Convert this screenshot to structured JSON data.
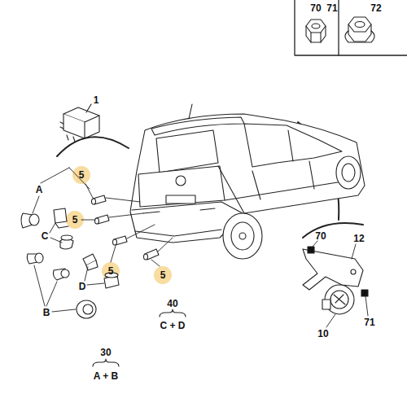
{
  "diagram": {
    "labels": [
      "70",
      "71",
      "72",
      "1",
      "5",
      "A",
      "5",
      "C",
      "5",
      "5",
      "D",
      "B",
      "40",
      "C + D",
      "30",
      "A + B",
      "70",
      "12",
      "10",
      "71"
    ]
  }
}
